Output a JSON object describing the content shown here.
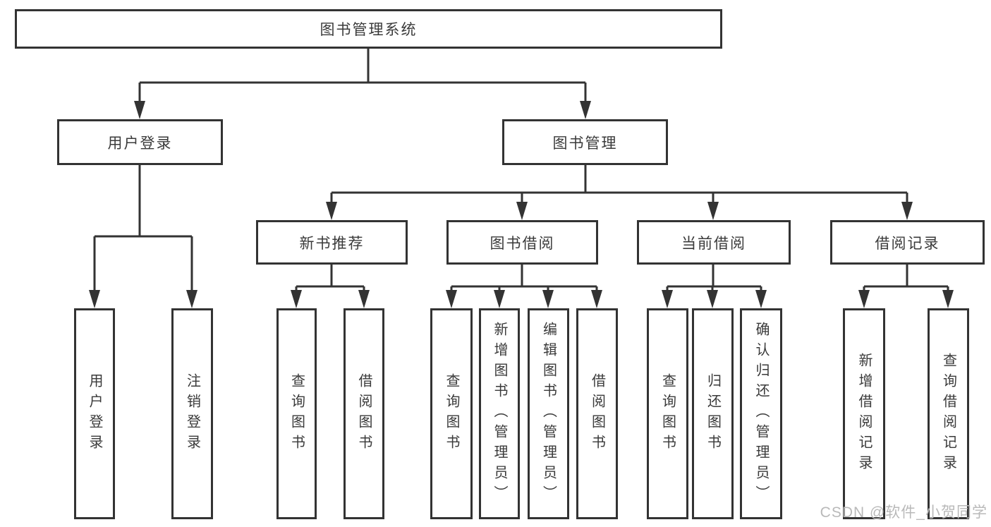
{
  "tree": {
    "label": "图书管理系统",
    "children": [
      {
        "label": "用户登录",
        "children": [
          {
            "label": "用户登录"
          },
          {
            "label": "注销登录"
          }
        ]
      },
      {
        "label": "图书管理",
        "children": [
          {
            "label": "新书推荐",
            "children": [
              {
                "label": "查询图书"
              },
              {
                "label": "借阅图书"
              }
            ]
          },
          {
            "label": "图书借阅",
            "children": [
              {
                "label": "查询图书"
              },
              {
                "label": "新增图书（管理员）"
              },
              {
                "label": "编辑图书（管理员）"
              },
              {
                "label": "借阅图书"
              }
            ]
          },
          {
            "label": "当前借阅",
            "children": [
              {
                "label": "查询图书"
              },
              {
                "label": "归还图书"
              },
              {
                "label": "确认归还（管理员）"
              }
            ]
          },
          {
            "label": "借阅记录",
            "children": [
              {
                "label": "新增借阅记录"
              },
              {
                "label": "查询借阅记录"
              }
            ]
          }
        ]
      }
    ]
  },
  "watermark": "CSDN @软件_小贺同学",
  "colors": {
    "line": "#333333",
    "node_border": "#333333",
    "node_text": "#3a3a3a",
    "background": "#ffffff",
    "watermark_text": "#b9b9b9"
  }
}
